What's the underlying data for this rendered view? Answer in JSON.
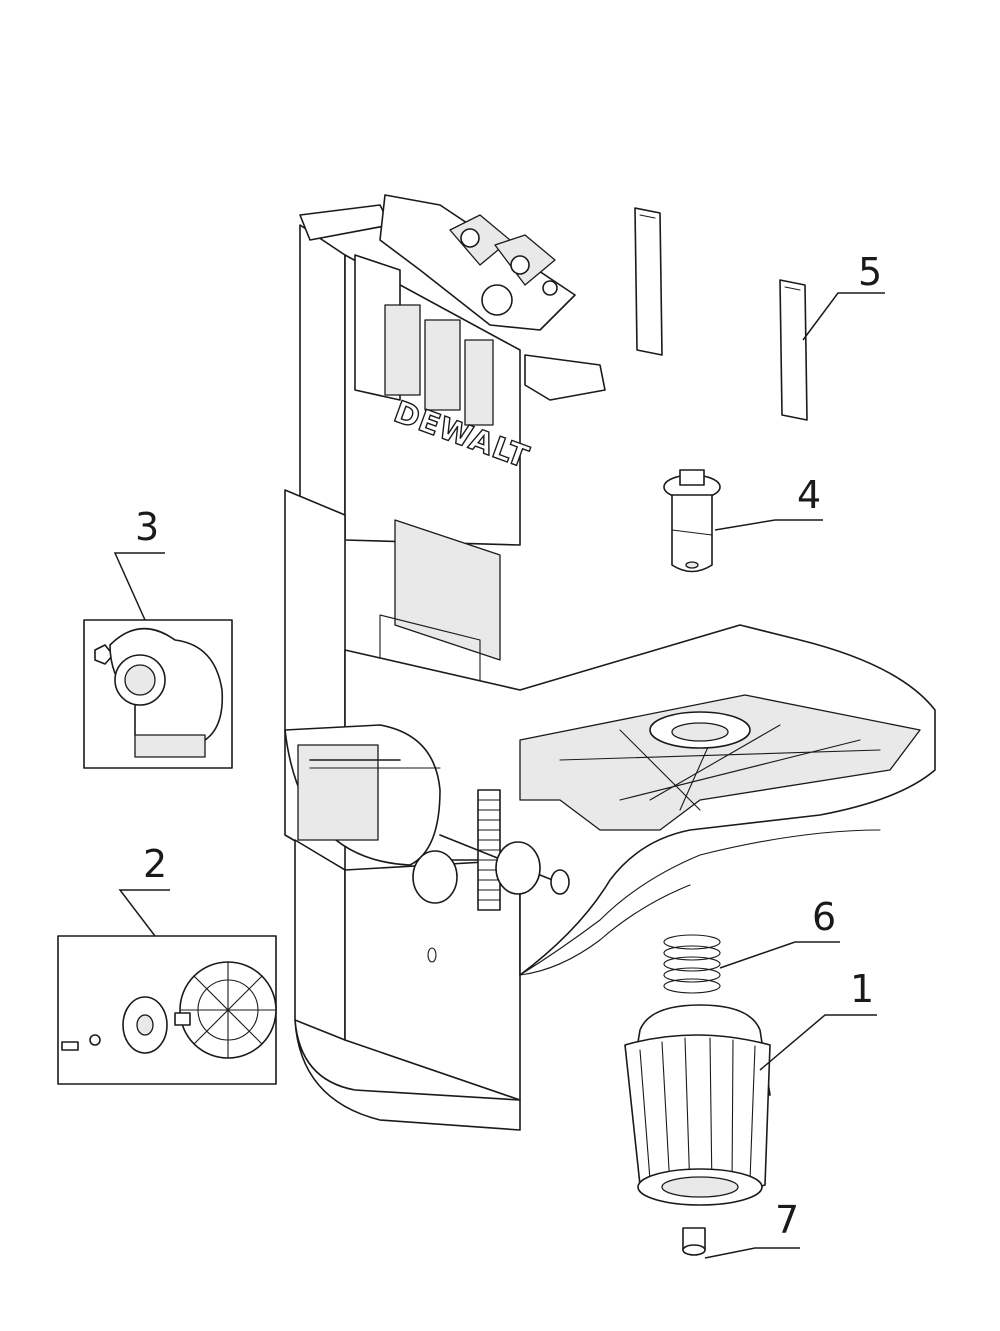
{
  "brand_text": "DEWALT",
  "callouts": [
    {
      "id": "1",
      "label": "1"
    },
    {
      "id": "2",
      "label": "2"
    },
    {
      "id": "3",
      "label": "3"
    },
    {
      "id": "4",
      "label": "4"
    },
    {
      "id": "5",
      "label": "5"
    },
    {
      "id": "6",
      "label": "6"
    },
    {
      "id": "7",
      "label": "7"
    }
  ]
}
